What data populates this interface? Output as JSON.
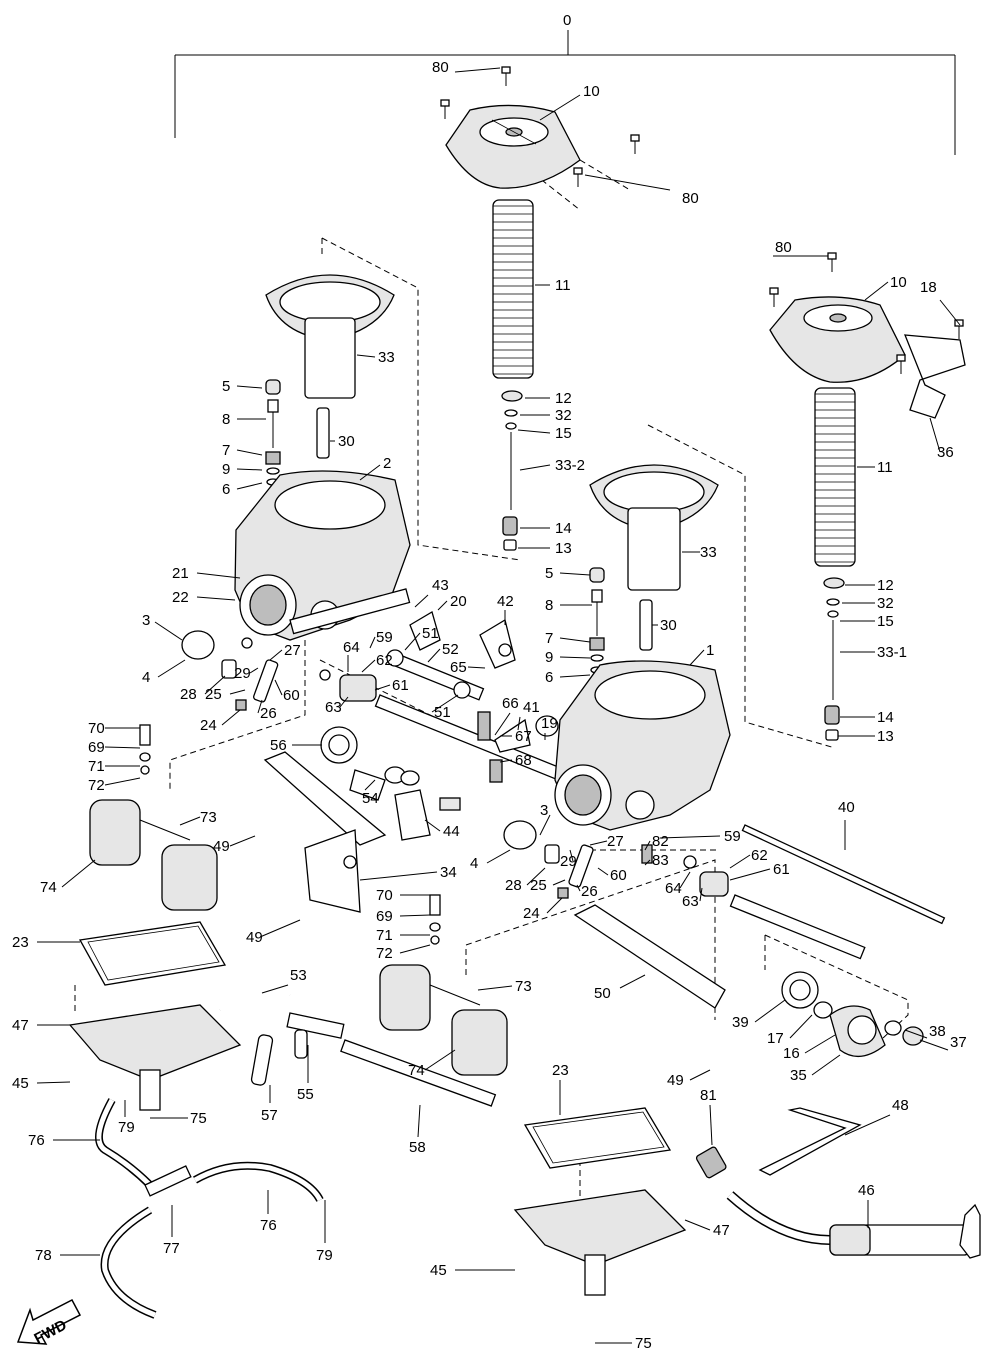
{
  "fwd_label": "FWD",
  "callouts": [
    {
      "id": "0",
      "text": "0"
    },
    {
      "id": "80a",
      "text": "80"
    },
    {
      "id": "10a",
      "text": "10"
    },
    {
      "id": "80b",
      "text": "80"
    },
    {
      "id": "11a",
      "text": "11"
    },
    {
      "id": "12a",
      "text": "12"
    },
    {
      "id": "32a",
      "text": "32"
    },
    {
      "id": "15a",
      "text": "15"
    },
    {
      "id": "33-2",
      "text": "33-2"
    },
    {
      "id": "14a",
      "text": "14"
    },
    {
      "id": "13a",
      "text": "13"
    },
    {
      "id": "33a",
      "text": "33"
    },
    {
      "id": "5a",
      "text": "5"
    },
    {
      "id": "8a",
      "text": "8"
    },
    {
      "id": "30a",
      "text": "30"
    },
    {
      "id": "7a",
      "text": "7"
    },
    {
      "id": "9a",
      "text": "9"
    },
    {
      "id": "6a",
      "text": "6"
    },
    {
      "id": "2",
      "text": "2"
    },
    {
      "id": "21",
      "text": "21"
    },
    {
      "id": "22",
      "text": "22"
    },
    {
      "id": "3a",
      "text": "3"
    },
    {
      "id": "4a",
      "text": "4"
    },
    {
      "id": "29a",
      "text": "29"
    },
    {
      "id": "27a",
      "text": "27"
    },
    {
      "id": "28a",
      "text": "28"
    },
    {
      "id": "25a",
      "text": "25"
    },
    {
      "id": "26a",
      "text": "26"
    },
    {
      "id": "60a",
      "text": "60"
    },
    {
      "id": "24a",
      "text": "24"
    },
    {
      "id": "43",
      "text": "43"
    },
    {
      "id": "20",
      "text": "20"
    },
    {
      "id": "42",
      "text": "42"
    },
    {
      "id": "51a",
      "text": "51"
    },
    {
      "id": "59a",
      "text": "59"
    },
    {
      "id": "62a",
      "text": "62"
    },
    {
      "id": "52",
      "text": "52"
    },
    {
      "id": "65",
      "text": "65"
    },
    {
      "id": "64a",
      "text": "64"
    },
    {
      "id": "61a",
      "text": "61"
    },
    {
      "id": "63a",
      "text": "63"
    },
    {
      "id": "51b",
      "text": "51"
    },
    {
      "id": "66",
      "text": "66"
    },
    {
      "id": "41",
      "text": "41"
    },
    {
      "id": "19",
      "text": "19"
    },
    {
      "id": "67",
      "text": "67"
    },
    {
      "id": "68",
      "text": "68"
    },
    {
      "id": "56",
      "text": "56"
    },
    {
      "id": "54",
      "text": "54"
    },
    {
      "id": "70a",
      "text": "70"
    },
    {
      "id": "69a",
      "text": "69"
    },
    {
      "id": "71a",
      "text": "71"
    },
    {
      "id": "72a",
      "text": "72"
    },
    {
      "id": "73a",
      "text": "73"
    },
    {
      "id": "49a",
      "text": "49"
    },
    {
      "id": "74a",
      "text": "74"
    },
    {
      "id": "44",
      "text": "44"
    },
    {
      "id": "34",
      "text": "34"
    },
    {
      "id": "23a",
      "text": "23"
    },
    {
      "id": "49b",
      "text": "49"
    },
    {
      "id": "80c",
      "text": "80"
    },
    {
      "id": "10b",
      "text": "10"
    },
    {
      "id": "18",
      "text": "18"
    },
    {
      "id": "36",
      "text": "36"
    },
    {
      "id": "11b",
      "text": "11"
    },
    {
      "id": "12b",
      "text": "12"
    },
    {
      "id": "32b",
      "text": "32"
    },
    {
      "id": "15b",
      "text": "15"
    },
    {
      "id": "33-1",
      "text": "33-1"
    },
    {
      "id": "14b",
      "text": "14"
    },
    {
      "id": "13b",
      "text": "13"
    },
    {
      "id": "33b",
      "text": "33"
    },
    {
      "id": "5b",
      "text": "5"
    },
    {
      "id": "8b",
      "text": "8"
    },
    {
      "id": "30b",
      "text": "30"
    },
    {
      "id": "7b",
      "text": "7"
    },
    {
      "id": "9b",
      "text": "9"
    },
    {
      "id": "6b",
      "text": "6"
    },
    {
      "id": "1",
      "text": "1"
    },
    {
      "id": "59b",
      "text": "59"
    },
    {
      "id": "40",
      "text": "40"
    },
    {
      "id": "3b",
      "text": "3"
    },
    {
      "id": "4b",
      "text": "4"
    },
    {
      "id": "82",
      "text": "82"
    },
    {
      "id": "83",
      "text": "83"
    },
    {
      "id": "27b",
      "text": "27"
    },
    {
      "id": "29b",
      "text": "29"
    },
    {
      "id": "28b",
      "text": "28"
    },
    {
      "id": "25b",
      "text": "25"
    },
    {
      "id": "26b",
      "text": "26"
    },
    {
      "id": "60b",
      "text": "60"
    },
    {
      "id": "24b",
      "text": "24"
    },
    {
      "id": "62b",
      "text": "62"
    },
    {
      "id": "61b",
      "text": "61"
    },
    {
      "id": "64b",
      "text": "64"
    },
    {
      "id": "63b",
      "text": "63"
    },
    {
      "id": "70b",
      "text": "70"
    },
    {
      "id": "69b",
      "text": "69"
    },
    {
      "id": "71b",
      "text": "71"
    },
    {
      "id": "72b",
      "text": "72"
    },
    {
      "id": "73b",
      "text": "73"
    },
    {
      "id": "74b",
      "text": "74"
    },
    {
      "id": "50",
      "text": "50"
    },
    {
      "id": "39",
      "text": "39"
    },
    {
      "id": "17",
      "text": "17"
    },
    {
      "id": "16",
      "text": "16"
    },
    {
      "id": "35",
      "text": "35"
    },
    {
      "id": "38",
      "text": "38"
    },
    {
      "id": "37",
      "text": "37"
    },
    {
      "id": "49c",
      "text": "49"
    },
    {
      "id": "47a",
      "text": "47"
    },
    {
      "id": "45a",
      "text": "45"
    },
    {
      "id": "53",
      "text": "53"
    },
    {
      "id": "55",
      "text": "55"
    },
    {
      "id": "57",
      "text": "57"
    },
    {
      "id": "58",
      "text": "58"
    },
    {
      "id": "76a",
      "text": "76"
    },
    {
      "id": "79a",
      "text": "79"
    },
    {
      "id": "75a",
      "text": "75"
    },
    {
      "id": "77",
      "text": "77"
    },
    {
      "id": "76b",
      "text": "76"
    },
    {
      "id": "79b",
      "text": "79"
    },
    {
      "id": "78",
      "text": "78"
    },
    {
      "id": "23b",
      "text": "23"
    },
    {
      "id": "47b",
      "text": "47"
    },
    {
      "id": "45b",
      "text": "45"
    },
    {
      "id": "75b",
      "text": "75"
    },
    {
      "id": "81",
      "text": "81"
    },
    {
      "id": "46",
      "text": "46"
    },
    {
      "id": "48",
      "text": "48"
    }
  ]
}
